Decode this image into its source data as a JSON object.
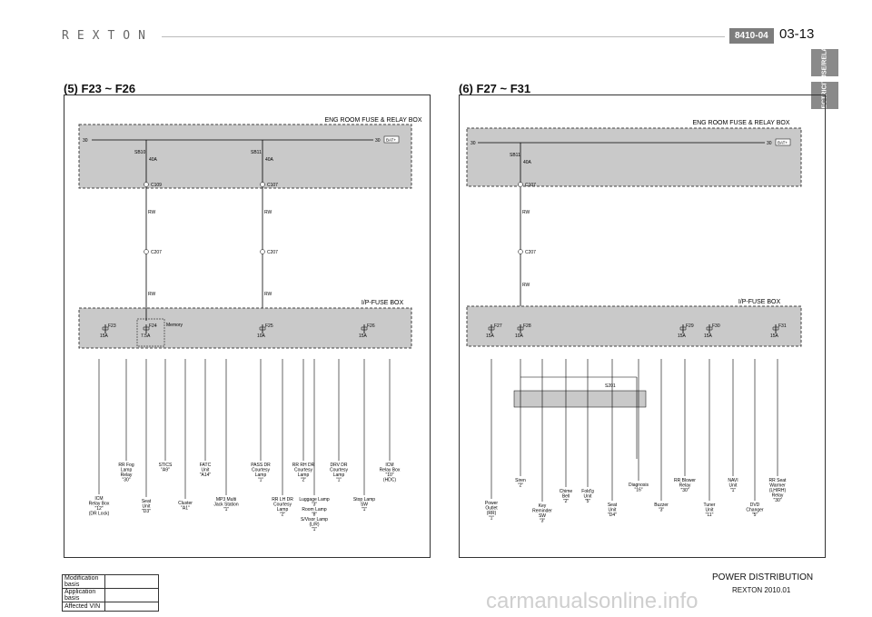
{
  "header": {
    "logo_text": "REXTON",
    "page_code": "8410-04",
    "page_number": "03-13"
  },
  "side_tabs": [
    "FUSE/RELAY",
    "ELECTRICITY"
  ],
  "left": {
    "section_title": "(5) F23 ~ F26",
    "box_top": "ENG ROOM FUSE & RELAY BOX",
    "box_mid": "I/P-FUSE BOX",
    "rail": [
      "30",
      "30",
      "BAT+"
    ],
    "sb": [
      {
        "name": "SB10",
        "amp": "40A",
        "conn": "C109"
      },
      {
        "name": "SB11",
        "amp": "40A",
        "conn": "C107"
      }
    ],
    "c207": "C207",
    "wire": "RW",
    "fuses": [
      {
        "name": "F23",
        "amp": "15A"
      },
      {
        "name": "F24",
        "amp": "7.5A"
      },
      {
        "name": "F25",
        "amp": "10A"
      },
      {
        "name": "F26",
        "amp": "15A"
      }
    ],
    "memory": "Memory",
    "loads": [
      {
        "lines": [
          "ICM",
          "Relay Box",
          "\"12\"",
          "(DR Lock)"
        ]
      },
      {
        "lines": [
          "RR Fog",
          "Lamp",
          "Relay",
          "\"30\""
        ]
      },
      {
        "lines": [
          "Seat",
          "Unit",
          "\"D3\""
        ]
      },
      {
        "lines": [
          "STICS",
          "\"A9\""
        ]
      },
      {
        "lines": [
          "Cluster",
          "\"A1\""
        ]
      },
      {
        "lines": [
          "FATC",
          "Unit",
          "\"A14\""
        ]
      },
      {
        "lines": [
          "MP3 Multi",
          "Jack Station",
          "\"1\""
        ]
      },
      {
        "lines": [
          "PASS DR",
          "Courtesy",
          "Lamp",
          "\"1\""
        ]
      },
      {
        "lines": [
          "RR LH DR",
          "Courtesy",
          "Lamp",
          "\"2\""
        ]
      },
      {
        "lines": [
          "RR RH DR",
          "Courtesy",
          "Lamp",
          "\"2\""
        ]
      },
      {
        "lines": [
          "Luggage Lamp",
          "\"3\"",
          "Room Lamp",
          "\"8\"",
          "S/Visor Lamp",
          "(L/R)",
          "\"1\""
        ]
      },
      {
        "lines": [
          "DRV DR",
          "Courtesy",
          "Lamp",
          "\"1\""
        ]
      },
      {
        "lines": [
          "Stop Lamp",
          "SW",
          "\"1\""
        ]
      },
      {
        "lines": [
          "ICM",
          "Relay Box",
          "\"10\"",
          "(HDC)"
        ]
      }
    ]
  },
  "right": {
    "section_title": "(6) F27 ~ F31",
    "box_top": "ENG ROOM FUSE & RELAY BOX",
    "box_mid": "I/P-FUSE BOX",
    "sb": {
      "name": "SB11",
      "amp": "40A",
      "conn": "C107"
    },
    "fuses": [
      {
        "name": "F27",
        "amp": "15A"
      },
      {
        "name": "F28",
        "amp": "10A"
      },
      {
        "name": "F29",
        "amp": "15A"
      },
      {
        "name": "F30",
        "amp": "15A"
      },
      {
        "name": "F31",
        "amp": "15A"
      }
    ],
    "splice": "S201",
    "loads": [
      {
        "lines": [
          "Power",
          "Outlet",
          "(RR)",
          "\"1\""
        ]
      },
      {
        "lines": [
          "Siren",
          "\"2\""
        ]
      },
      {
        "lines": [
          "Key",
          "Reminder",
          "SW",
          "\"3\""
        ]
      },
      {
        "lines": [
          "Chime",
          "Bell",
          "\"2\""
        ]
      },
      {
        "lines": [
          "Fold'g",
          "Unit",
          "\"5\""
        ]
      },
      {
        "lines": [
          "Seat",
          "Unit",
          "\"D4\""
        ]
      },
      {
        "lines": [
          "Diagnosis",
          "\"16\""
        ]
      },
      {
        "lines": [
          "Buzzer",
          "\"3\""
        ]
      },
      {
        "lines": [
          "RR Blower",
          "Relay",
          "\"30\""
        ]
      },
      {
        "lines": [
          "Tuner",
          "Unit",
          "\"11\""
        ]
      },
      {
        "lines": [
          "NAVI",
          "Unit",
          "\"1\""
        ]
      },
      {
        "lines": [
          "DVD",
          "Changer",
          "\"5\""
        ]
      },
      {
        "lines": [
          "RR Seat",
          "Warmer",
          "(LH/RH)",
          "Relay",
          "\"30\""
        ]
      }
    ]
  },
  "footer": {
    "table": [
      "Modification basis",
      "Application basis",
      "Affected VIN"
    ],
    "title": "POWER DISTRIBUTION",
    "sub": "REXTON 2010.01",
    "watermark": "carmanualsonline.info"
  }
}
